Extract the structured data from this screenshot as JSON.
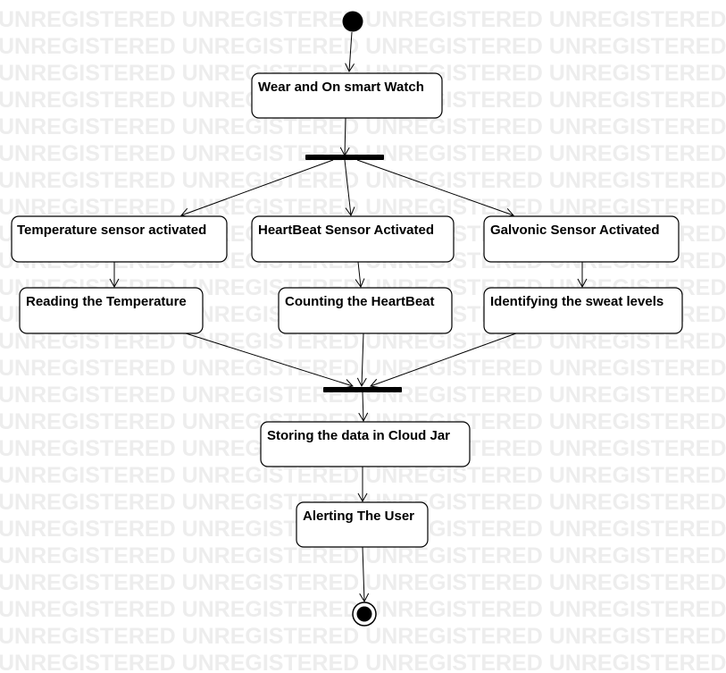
{
  "watermark": {
    "text": "UNREGISTERED UNREGISTERED UNREGISTERED UNREGISTERED U"
  },
  "colors": {
    "node_fill": "#ffffff",
    "stroke": "#000000",
    "watermark": "#ededed"
  },
  "nodes": {
    "wear_watch": "Wear and On smart Watch",
    "temp_sensor": "Temperature sensor activated",
    "heartbeat_sensor": "HeartBeat Sensor Activated",
    "galvanic_sensor": "Galvonic Sensor Activated",
    "reading_temp": "Reading the Temperature",
    "counting_heartbeat": "Counting the HeartBeat",
    "sweat_levels": "Identifying the sweat levels",
    "storing_data": "Storing the data in Cloud Jar",
    "alerting_user": "Alerting The User"
  }
}
